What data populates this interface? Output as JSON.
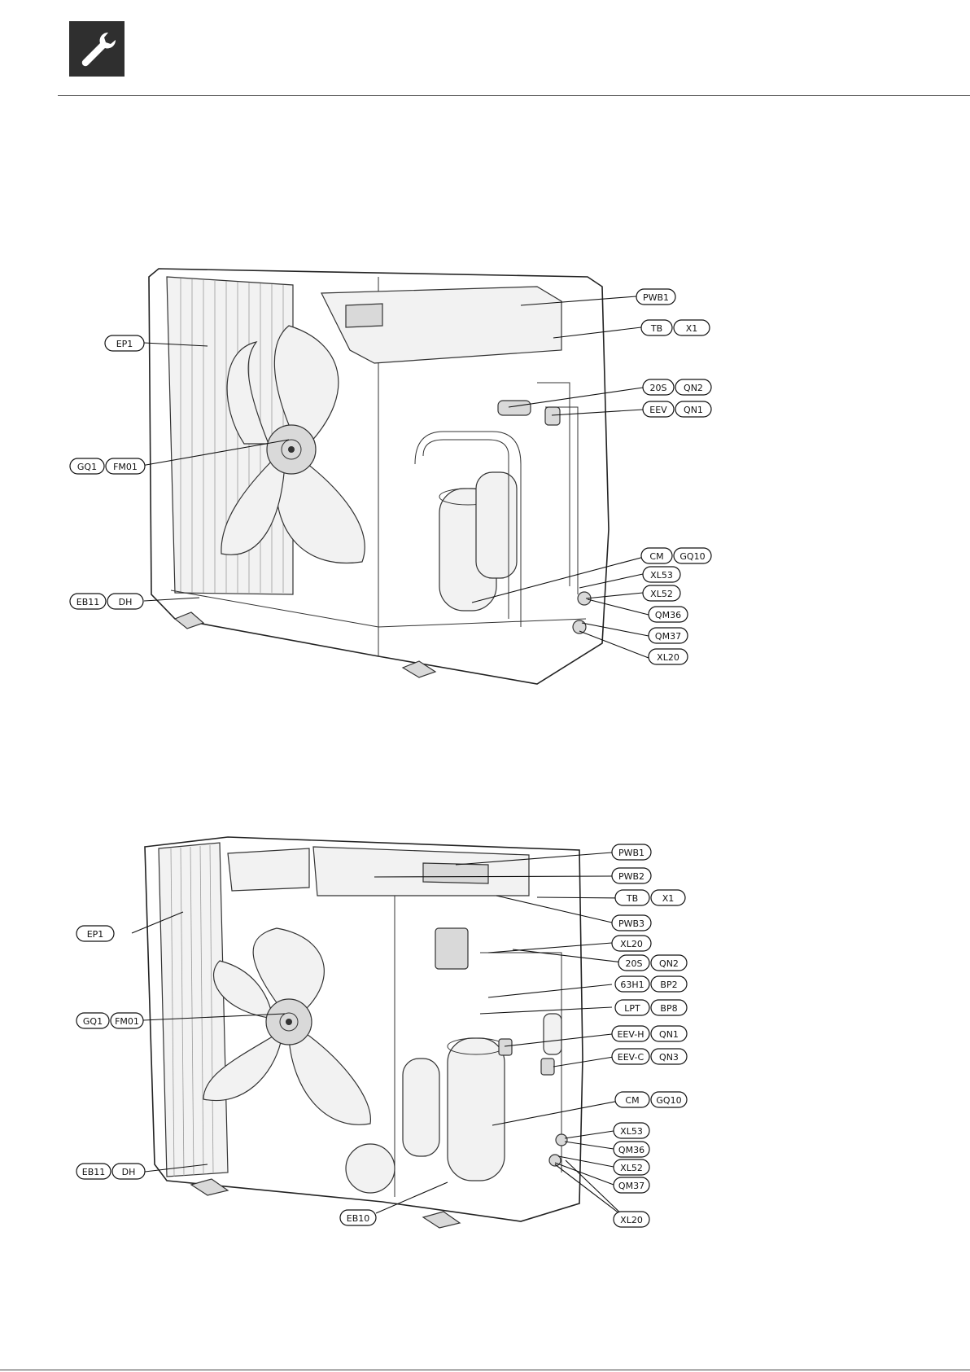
{
  "header": {
    "icon": "wrench-icon"
  },
  "figure1": {
    "labels": {
      "pwb1": "PWB1",
      "tb": "TB",
      "x1": "X1",
      "s20": "20S",
      "qn2": "QN2",
      "eev": "EEV",
      "qn1": "QN1",
      "ep1": "EP1",
      "gq1": "GQ1",
      "fm01": "FM01",
      "cm": "CM",
      "gq10": "GQ10",
      "xl53": "XL53",
      "xl52": "XL52",
      "qm36": "QM36",
      "qm37": "QM37",
      "xl20": "XL20",
      "eb11": "EB11",
      "dh": "DH"
    }
  },
  "figure2": {
    "labels": {
      "pwb1": "PWB1",
      "pwb2": "PWB2",
      "tb": "TB",
      "x1": "X1",
      "pwb3": "PWB3",
      "xl20a": "XL20",
      "s20": "20S",
      "qn2": "QN2",
      "h63": "63H1",
      "bp2": "BP2",
      "lpt": "LPT",
      "bp8": "BP8",
      "eevh": "EEV-H",
      "qn1": "QN1",
      "eevc": "EEV-C",
      "qn3": "QN3",
      "ep1": "EP1",
      "gq1": "GQ1",
      "fm01": "FM01",
      "cm": "CM",
      "gq10": "GQ10",
      "xl53": "XL53",
      "qm36": "QM36",
      "xl52": "XL52",
      "qm37": "QM37",
      "xl20b": "XL20",
      "eb11": "EB11",
      "dh": "DH",
      "eb10": "EB10"
    }
  }
}
